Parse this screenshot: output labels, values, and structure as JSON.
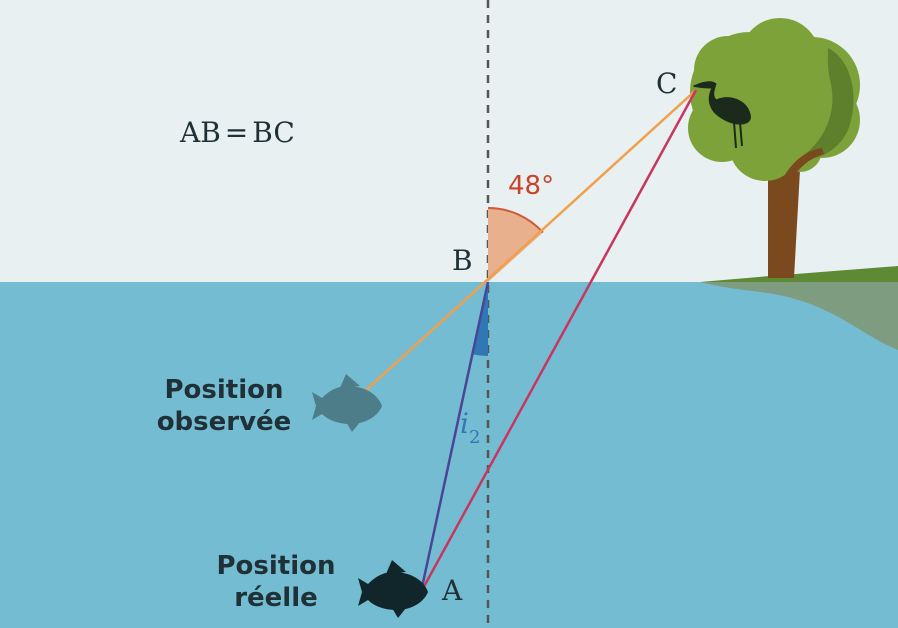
{
  "equation": {
    "left": "AB",
    "sign": "=",
    "right": "BC"
  },
  "points": {
    "a": "A",
    "b": "B",
    "c": "C"
  },
  "angle": {
    "value": "48°"
  },
  "refraction_angle": {
    "symbol": "i",
    "subscript": "2"
  },
  "labels": {
    "observed_line1": "Position",
    "observed_line2": "observée",
    "real_line1": "Position",
    "real_line2": "réelle"
  },
  "colors": {
    "sky": "#E8F0F1",
    "water": "#74BCD1",
    "observed_ray": "#F0A04B",
    "direct_ray": "#C8365F",
    "refracted_ray": "#4A4596",
    "angle_fill": "#E8B08D",
    "angle_stroke": "#D05A3A",
    "angle_text": "#C9432A",
    "i2_color": "#2F78B4",
    "normal": "#555555",
    "real_fish": "#10262B",
    "observed_fish": "#4C7D88",
    "label_text": "#1F3036",
    "tree_foliage": "#7DA23A",
    "tree_foliage_dark": "#5E7F2B",
    "trunk": "#7A4A1E",
    "bank": "#7E9C80",
    "grass": "#5E8A36",
    "heron": "#1C2A1C"
  },
  "icons": {
    "real_fish": "fish-icon",
    "observed_fish": "fish-icon",
    "bird": "heron-icon",
    "tree": "tree-icon"
  }
}
